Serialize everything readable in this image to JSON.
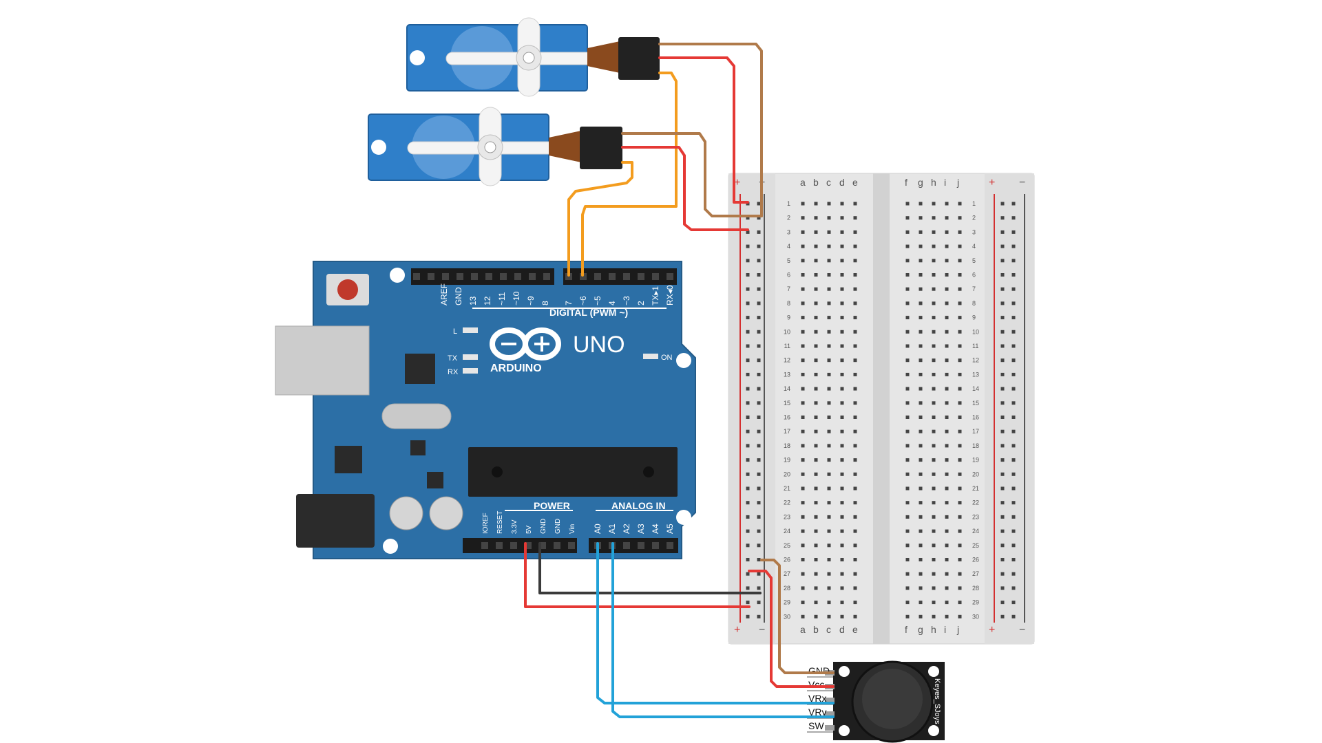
{
  "arduino": {
    "brand": "ARDUINO",
    "model": "UNO",
    "digital_header_label": "DIGITAL (PWM ~)",
    "power_header_label": "POWER",
    "analog_header_label": "ANALOG IN",
    "on_label": "ON",
    "led_labels": [
      "L",
      "TX",
      "RX"
    ],
    "digital_pins": [
      "AREF",
      "GND",
      "13",
      "12",
      "~11",
      "~10",
      "~9",
      "8",
      "7",
      "~6",
      "~5",
      "4",
      "~3",
      "2",
      "TX▸1",
      "RX◂0"
    ],
    "power_pins": [
      "IOREF",
      "RESET",
      "3.3V",
      "5V",
      "GND",
      "GND",
      "Vin"
    ],
    "analog_pins": [
      "A0",
      "A1",
      "A2",
      "A3",
      "A4",
      "A5"
    ]
  },
  "breadboard": {
    "columns_left": [
      "a",
      "b",
      "c",
      "d",
      "e"
    ],
    "columns_right": [
      "f",
      "g",
      "h",
      "i",
      "j"
    ],
    "row_count": 30,
    "plus_label": "+",
    "minus_label": "−"
  },
  "joystick": {
    "name": "Keyes_SJoys",
    "pins": [
      "GND",
      "Vcc",
      "VRx",
      "VRy",
      "SW"
    ]
  },
  "colors": {
    "board_blue": "#2c6fa6",
    "servo_blue": "#2f7fc9",
    "wire_red": "#e53935",
    "wire_brown": "#b07a4a",
    "wire_orange": "#f39c1e",
    "wire_black": "#3a3a3a",
    "wire_blue": "#22a2d8",
    "breadboard": "#e6e6e6"
  },
  "icons": [
    "servo-motor-icon",
    "arduino-infinity-logo-icon",
    "joystick-knob-icon"
  ]
}
